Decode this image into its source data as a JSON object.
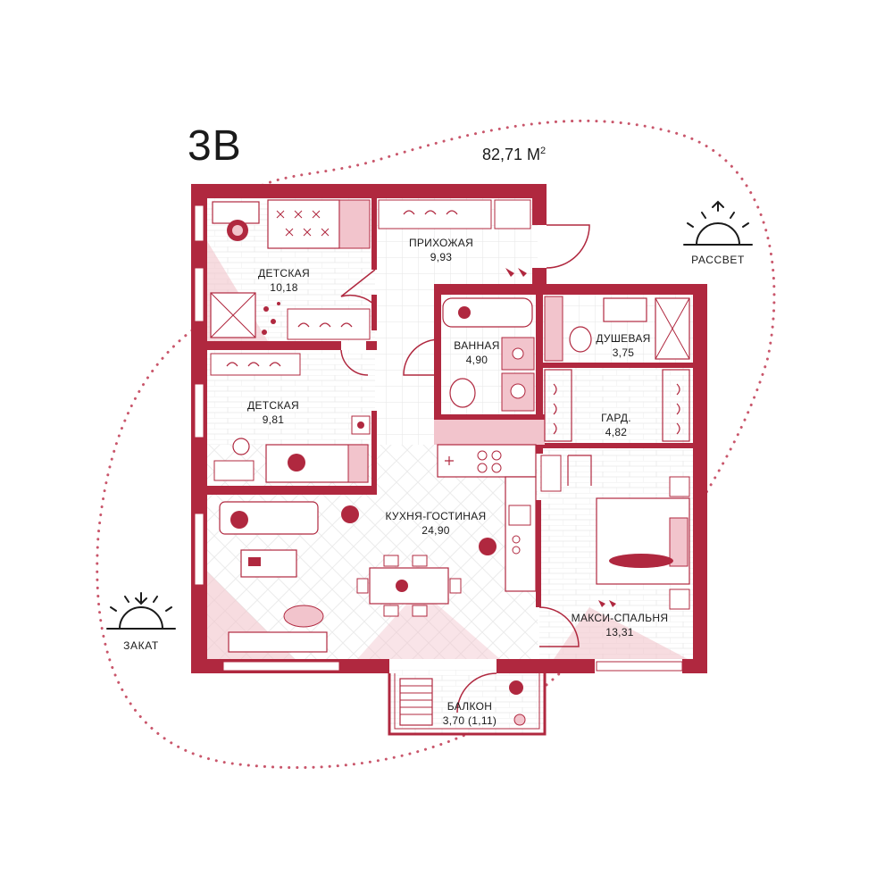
{
  "apartment": {
    "code": "3В",
    "total_area_number": "82,71 М",
    "total_area_unit_power": "2"
  },
  "rooms": {
    "kids_room_1": {
      "name": "ДЕТСКАЯ",
      "area": "10,18"
    },
    "hallway": {
      "name": "ПРИХОЖАЯ",
      "area": "9,93"
    },
    "bathroom": {
      "name": "ВАННАЯ",
      "area": "4,90"
    },
    "shower_room": {
      "name": "ДУШЕВАЯ",
      "area": "3,75"
    },
    "kids_room_2": {
      "name": "ДЕТСКАЯ",
      "area": "9,81"
    },
    "wardrobe": {
      "name": "ГАРД.",
      "area": "4,82"
    },
    "kitchen_living": {
      "name": "КУХНЯ-ГОСТИНАЯ",
      "area": "24,90"
    },
    "master_bedroom": {
      "name": "МАКСИ-СПАЛЬНЯ",
      "area": "13,31"
    },
    "balcony": {
      "name": "БАЛКОН",
      "area": "3,70 (1,11)"
    }
  },
  "sun": {
    "sunrise": "РАССВЕТ",
    "sunset": "ЗАКАТ"
  },
  "colors": {
    "wall": "#b0283f",
    "accent_light": "#f2c4cc",
    "accent_pale": "#fbe5e9",
    "floor_line": "#e3e3e3",
    "orbit_dots": "#c9566b"
  }
}
